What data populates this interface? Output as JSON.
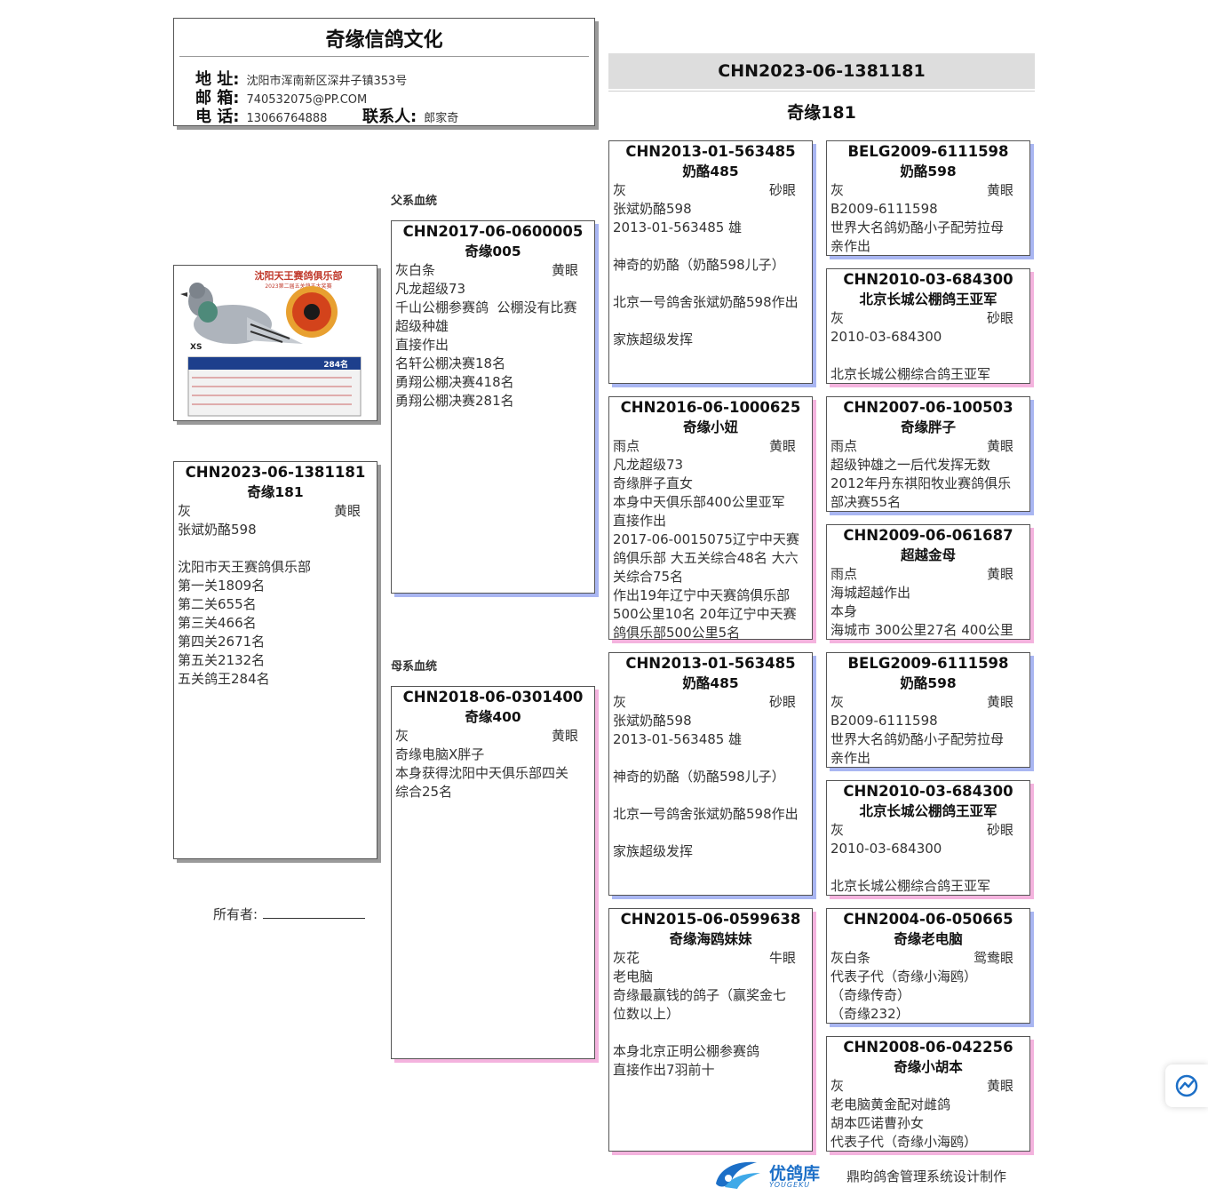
{
  "header": {
    "title": "奇缘信鸽文化",
    "address_label": "地 址:",
    "address": "沈阳市浑南新区深井子镇353号",
    "email_label": "邮 箱:",
    "email": "740532075@PP.COM",
    "phone_label": "电 话:",
    "phone": "13066764888",
    "contact_label": "联系人:",
    "contact": "郎家奇"
  },
  "top": {
    "ring": "CHN2023-06-1381181",
    "name": "奇缘181"
  },
  "labels": {
    "sire_line": "父系血统",
    "dam_line": "母系血统",
    "owner": "所有者:"
  },
  "photo": {
    "club_banner": "沈阳天王赛鸽俱乐部",
    "sub_banner": "2023第二届五关鸽王大奖赛",
    "rank": "284名"
  },
  "subject": {
    "ring": "CHN2023-06-1381181",
    "name": "奇缘181",
    "color": "灰",
    "eye": "黄眼",
    "lines": [
      "张斌奶酪598",
      "",
      "沈阳市天王赛鸽俱乐部",
      "第一关1809名",
      "第二关655名",
      "第三关466名",
      "第四关2671名",
      "第五关2132名",
      "五关鸽王284名"
    ]
  },
  "sire": {
    "ring": "CHN2017-06-0600005",
    "name": "奇缘005",
    "color": "灰白条",
    "eye": "黄眼",
    "lines": [
      "凡龙超级73",
      "千山公棚参赛鸽  公棚没有比赛",
      "超级种雄",
      "直接作出",
      "名轩公棚决赛18名",
      "勇翔公棚决赛418名",
      "勇翔公棚决赛281名"
    ]
  },
  "dam": {
    "ring": "CHN2018-06-0301400",
    "name": "奇缘400",
    "color": "灰",
    "eye": "黄眼",
    "lines": [
      "奇缘电脑X胖子",
      "本身获得沈阳中天俱乐部四关",
      "综合25名"
    ]
  },
  "ss": {
    "ring": "CHN2013-01-563485",
    "name": "奶酪485",
    "color": "灰",
    "eye": "砂眼",
    "lines": [
      "张斌奶酪598",
      "2013-01-563485 雄",
      "",
      "神奇的奶酪（奶酪598儿子）",
      "",
      "北京一号鸽舍张斌奶酪598作出",
      "",
      "家族超级发挥"
    ]
  },
  "sd": {
    "ring": "CHN2016-06-1000625",
    "name": "奇缘小妞",
    "color": "雨点",
    "eye": "黄眼",
    "lines": [
      "凡龙超级73",
      "奇缘胖子直女",
      "本身中天俱乐部400公里亚军",
      "直接作出",
      "2017-06-0015075辽宁中天赛",
      "鸽俱乐部 大五关综合48名 大六",
      "关综合75名",
      "作出19年辽宁中天赛鸽俱乐部",
      "500公里10名 20年辽宁中天赛",
      "鸽俱乐部500公里5名"
    ]
  },
  "ds": {
    "ring": "CHN2013-01-563485",
    "name": "奶酪485",
    "color": "灰",
    "eye": "砂眼",
    "lines": [
      "张斌奶酪598",
      "2013-01-563485 雄",
      "",
      "神奇的奶酪（奶酪598儿子）",
      "",
      "北京一号鸽舍张斌奶酪598作出",
      "",
      "家族超级发挥"
    ]
  },
  "dd": {
    "ring": "CHN2015-06-0599638",
    "name": "奇缘海鸥妹妹",
    "color": "灰花",
    "eye": "牛眼",
    "lines": [
      "老电脑",
      "奇缘最赢钱的鸽子（赢奖金七",
      "位数以上）",
      "",
      "本身北京正明公棚参赛鸽",
      "直接作出7羽前十"
    ]
  },
  "sss": {
    "ring": "BELG2009-6111598",
    "name": "奶酪598",
    "color": "灰",
    "eye": "黄眼",
    "lines": [
      "B2009-6111598",
      "世界大名鸽奶酪小子配劳拉母",
      "亲作出"
    ]
  },
  "ssd": {
    "ring": "CHN2010-03-684300",
    "name": "北京长城公棚鸽王亚军",
    "color": "灰",
    "eye": "砂眼",
    "lines": [
      "2010-03-684300",
      "",
      "北京长城公棚综合鸽王亚军"
    ]
  },
  "sds": {
    "ring": "CHN2007-06-100503",
    "name": "奇缘胖子",
    "color": "雨点",
    "eye": "黄眼",
    "lines": [
      "超级钟雄之一后代发挥无数",
      "2012年丹东祺阳牧业赛鸽俱乐",
      "部决赛55名"
    ]
  },
  "sdd": {
    "ring": "CHN2009-06-061687",
    "name": "超越金母",
    "color": "雨点",
    "eye": "黄眼",
    "lines": [
      "海城超越作出",
      "本身",
      "海城市 300公里27名 400公里"
    ]
  },
  "dss": {
    "ring": "BELG2009-6111598",
    "name": "奶酪598",
    "color": "灰",
    "eye": "黄眼",
    "lines": [
      "B2009-6111598",
      "世界大名鸽奶酪小子配劳拉母",
      "亲作出"
    ]
  },
  "dsd": {
    "ring": "CHN2010-03-684300",
    "name": "北京长城公棚鸽王亚军",
    "color": "灰",
    "eye": "砂眼",
    "lines": [
      "2010-03-684300",
      "",
      "北京长城公棚综合鸽王亚军"
    ]
  },
  "dds": {
    "ring": "CHN2004-06-050665",
    "name": "奇缘老电脑",
    "color": "灰白条",
    "eye": "鸳鸯眼",
    "lines": [
      "代表子代（奇缘小海鸥）",
      "（奇缘传奇）",
      "（奇缘232）"
    ]
  },
  "ddd": {
    "ring": "CHN2008-06-042256",
    "name": "奇缘小胡本",
    "color": "灰",
    "eye": "黄眼",
    "lines": [
      "老电脑黄金配对雌鸽",
      "胡本匹诺曹孙女",
      "代表子代（奇缘小海鸥）"
    ]
  },
  "footer": {
    "brand": "优鸽库",
    "brand_en": "YOUGEKU",
    "credit": "鼎昀鸽舍管理系统设计制作"
  },
  "colors": {
    "male_shadow": "#a9b6f2",
    "female_shadow": "#f4b3de",
    "subject_shadow": "#9a9a9a"
  }
}
